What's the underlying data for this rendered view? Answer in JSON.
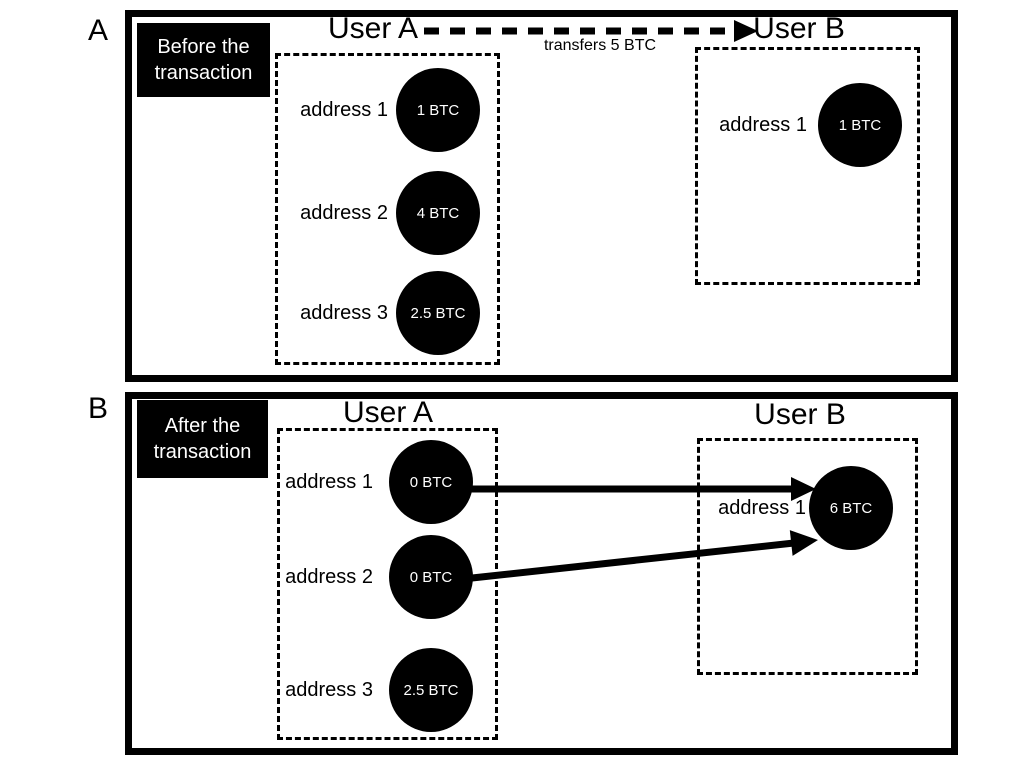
{
  "colors": {
    "ink": "#000000",
    "paper": "#ffffff"
  },
  "panelA": {
    "letter": "A",
    "stage": {
      "line1": "Before the",
      "line2": "transaction"
    },
    "transfer": {
      "caption": "transfers 5 BTC"
    },
    "userA": {
      "title": "User A",
      "addresses": [
        {
          "label": "address 1",
          "amount": "1 BTC"
        },
        {
          "label": "address 2",
          "amount": "4 BTC"
        },
        {
          "label": "address 3",
          "amount": "2.5 BTC"
        }
      ]
    },
    "userB": {
      "title": "User B",
      "addresses": [
        {
          "label": "address 1",
          "amount": "1 BTC"
        }
      ]
    }
  },
  "panelB": {
    "letter": "B",
    "stage": {
      "line1": "After the",
      "line2": "transaction"
    },
    "userA": {
      "title": "User A",
      "addresses": [
        {
          "label": "address 1",
          "amount": "0 BTC"
        },
        {
          "label": "address 2",
          "amount": "0 BTC"
        },
        {
          "label": "address 3",
          "amount": "2.5 BTC"
        }
      ]
    },
    "userB": {
      "title": "User B",
      "addresses": [
        {
          "label": "address 1",
          "amount": "6 BTC"
        }
      ]
    }
  }
}
